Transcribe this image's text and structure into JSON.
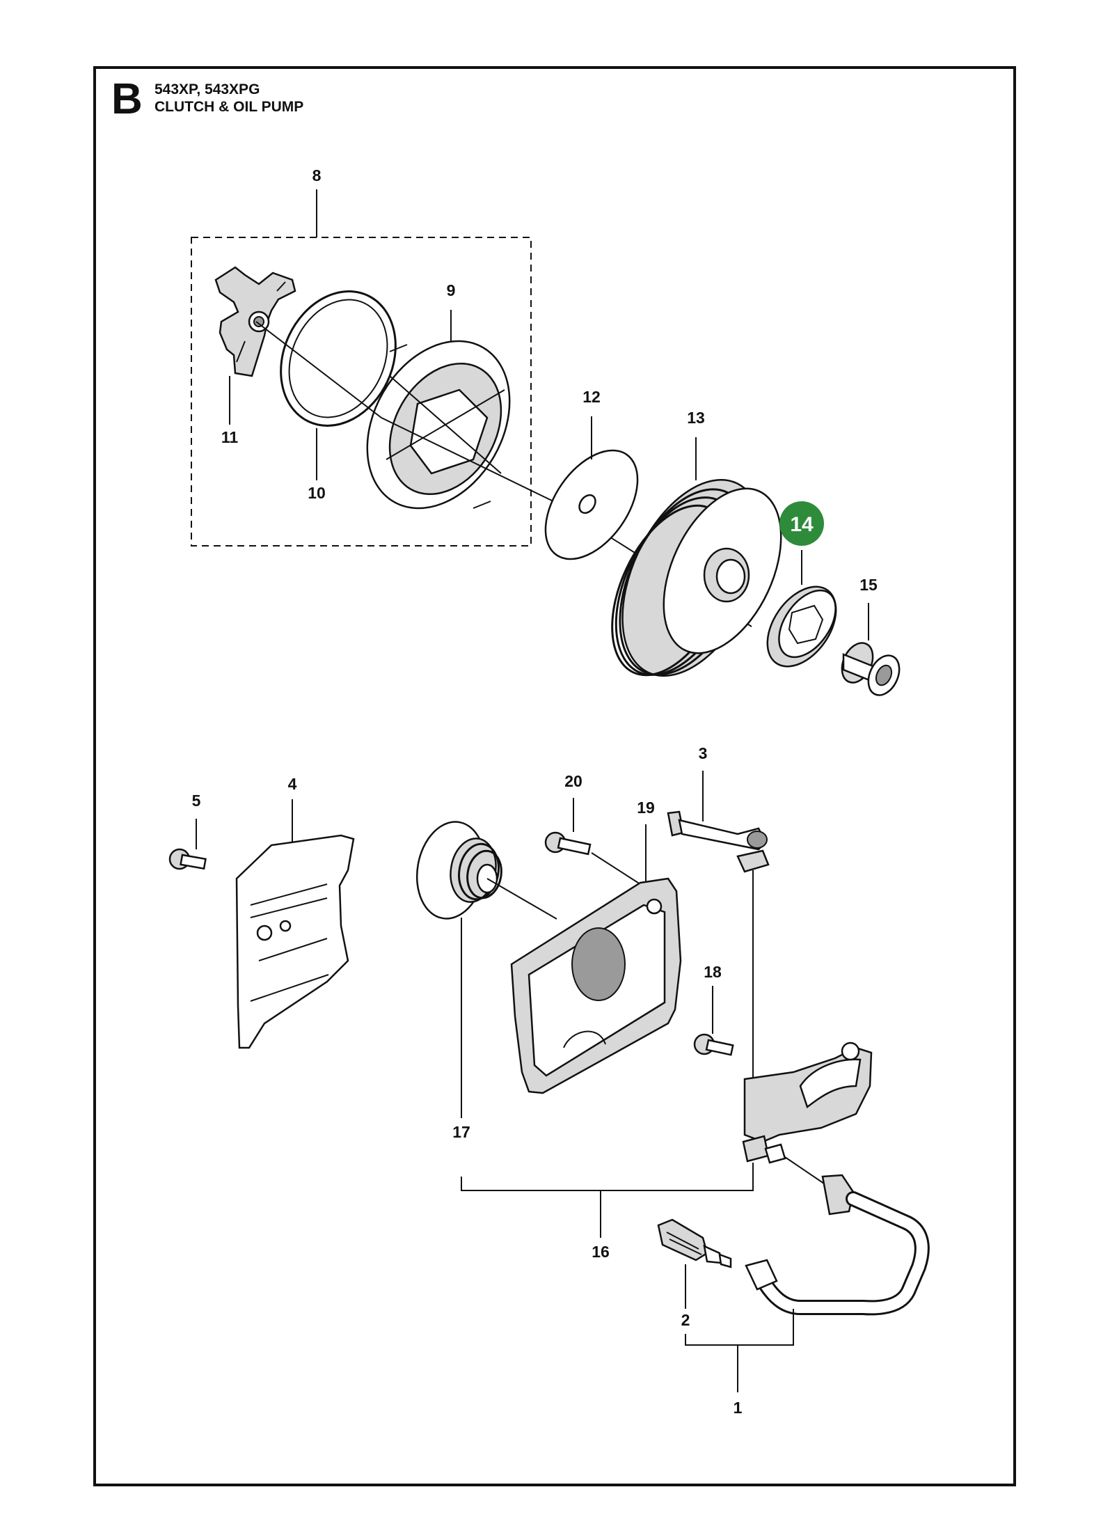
{
  "header": {
    "section": "B",
    "models": "543XP, 543XPG",
    "title": "CLUTCH & OIL PUMP"
  },
  "callouts": {
    "c1": "1",
    "c2": "2",
    "c3": "3",
    "c4": "4",
    "c5": "5",
    "c8": "8",
    "c9": "9",
    "c10": "10",
    "c11": "11",
    "c12": "12",
    "c13": "13",
    "c14": "14",
    "c15": "15",
    "c16": "16",
    "c17": "17",
    "c18": "18",
    "c19": "19",
    "c20": "20"
  },
  "colors": {
    "highlight": "#2e8b3a",
    "line": "#111111"
  }
}
